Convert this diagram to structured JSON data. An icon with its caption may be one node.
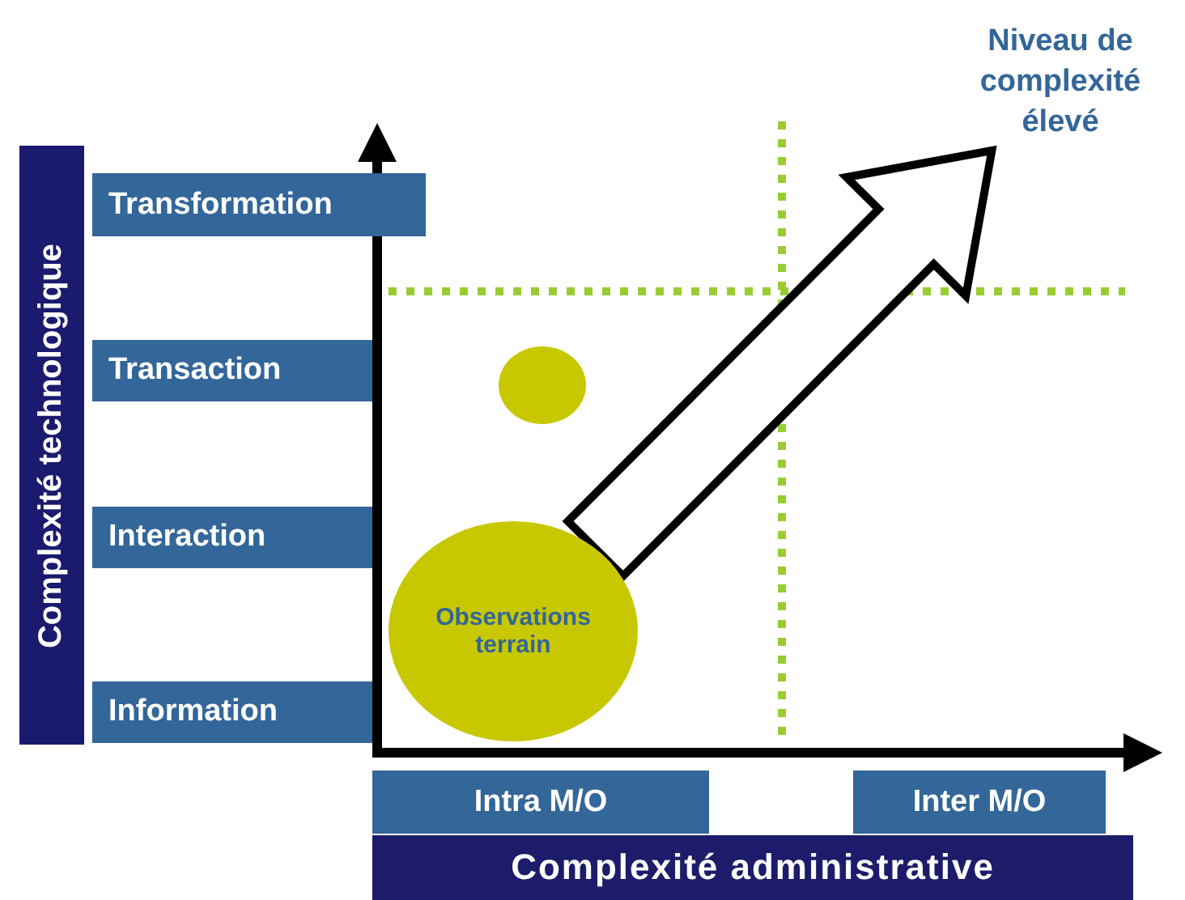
{
  "diagram": {
    "nodes": [
      {
        "text": [
          "Niveau de complexité élevé"
        ]
      },
      {
        "text": [
          "Complexité technologique"
        ]
      },
      {
        "text": [
          "Transformation"
        ]
      },
      {
        "text": [
          "Transaction"
        ]
      },
      {
        "text": [],
        "shape": "circle"
      },
      {
        "text": [
          "Interaction"
        ]
      },
      {
        "text": [
          "Observations terrain"
        ]
      },
      {
        "text": [
          "Information"
        ]
      },
      {
        "text": [
          "Intra M/O"
        ]
      },
      {
        "text": [
          "Inter M/O"
        ]
      },
      {
        "text": [
          "Complexité administrative"
        ]
      }
    ],
    "edges": [
      {
        "from": 6,
        "to": 0,
        "arrow": "to",
        "style": "thick"
      }
    ]
  }
}
